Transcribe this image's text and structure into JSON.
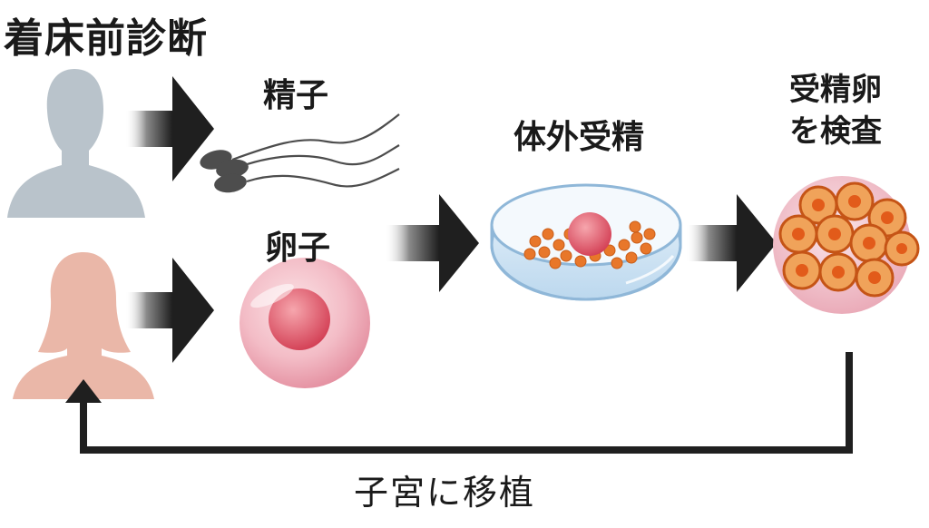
{
  "title": "着床前診断",
  "labels": {
    "sperm": "精子",
    "egg": "卵子",
    "ivf": "体外受精",
    "embryo_line1": "受精卵",
    "embryo_line2": "を検査",
    "transfer": "子宮に移植"
  },
  "colors": {
    "male": "#b9c3cb",
    "female": "#eab7a8",
    "arrow": "#1f1f1f",
    "egg": "#d94b5f",
    "cell": "#e8772a"
  }
}
